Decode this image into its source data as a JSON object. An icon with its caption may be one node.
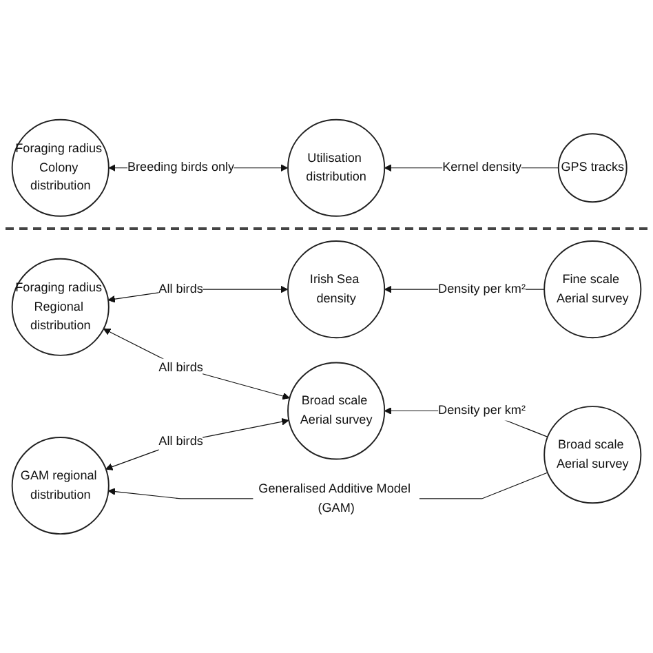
{
  "diagram": {
    "nodes": [
      {
        "text": [
          "Foraging radius Colony distribution"
        ]
      },
      {
        "text": [
          "Utilisation distribution"
        ]
      },
      {
        "text": [
          "GPS tracks"
        ]
      },
      {
        "text": [
          "Irish Sea density"
        ]
      },
      {
        "text": [
          "Fine scale Aerial survey"
        ]
      },
      {
        "text": [
          "Foraging radius Regional distribution"
        ]
      },
      {
        "text": [
          "Broad scale Aerial survey"
        ]
      },
      {
        "text": [
          "Broad scale Aerial survey"
        ]
      },
      {
        "text": [
          "GAM regional distribution"
        ]
      }
    ],
    "edges": [
      {
        "from": 1,
        "to": 0,
        "arrow": "both",
        "label": "Breeding birds only"
      },
      {
        "from": 2,
        "to": 1,
        "arrow": "to",
        "label": "Kernel density"
      },
      {
        "from": 4,
        "to": 3,
        "arrow": "to",
        "label": "Density per km²"
      },
      {
        "from": 3,
        "to": 5,
        "arrow": "both",
        "label": "All birds"
      },
      {
        "from": 6,
        "to": 5,
        "arrow": "both",
        "label": "All birds"
      },
      {
        "from": 7,
        "to": 6,
        "arrow": "to",
        "label": "Density per km²"
      },
      {
        "from": 6,
        "to": 8,
        "arrow": "both",
        "label": "All birds"
      },
      {
        "from": 7,
        "to": 8,
        "arrow": "to",
        "label": "Generalised Additive Model (GAM)"
      }
    ]
  }
}
